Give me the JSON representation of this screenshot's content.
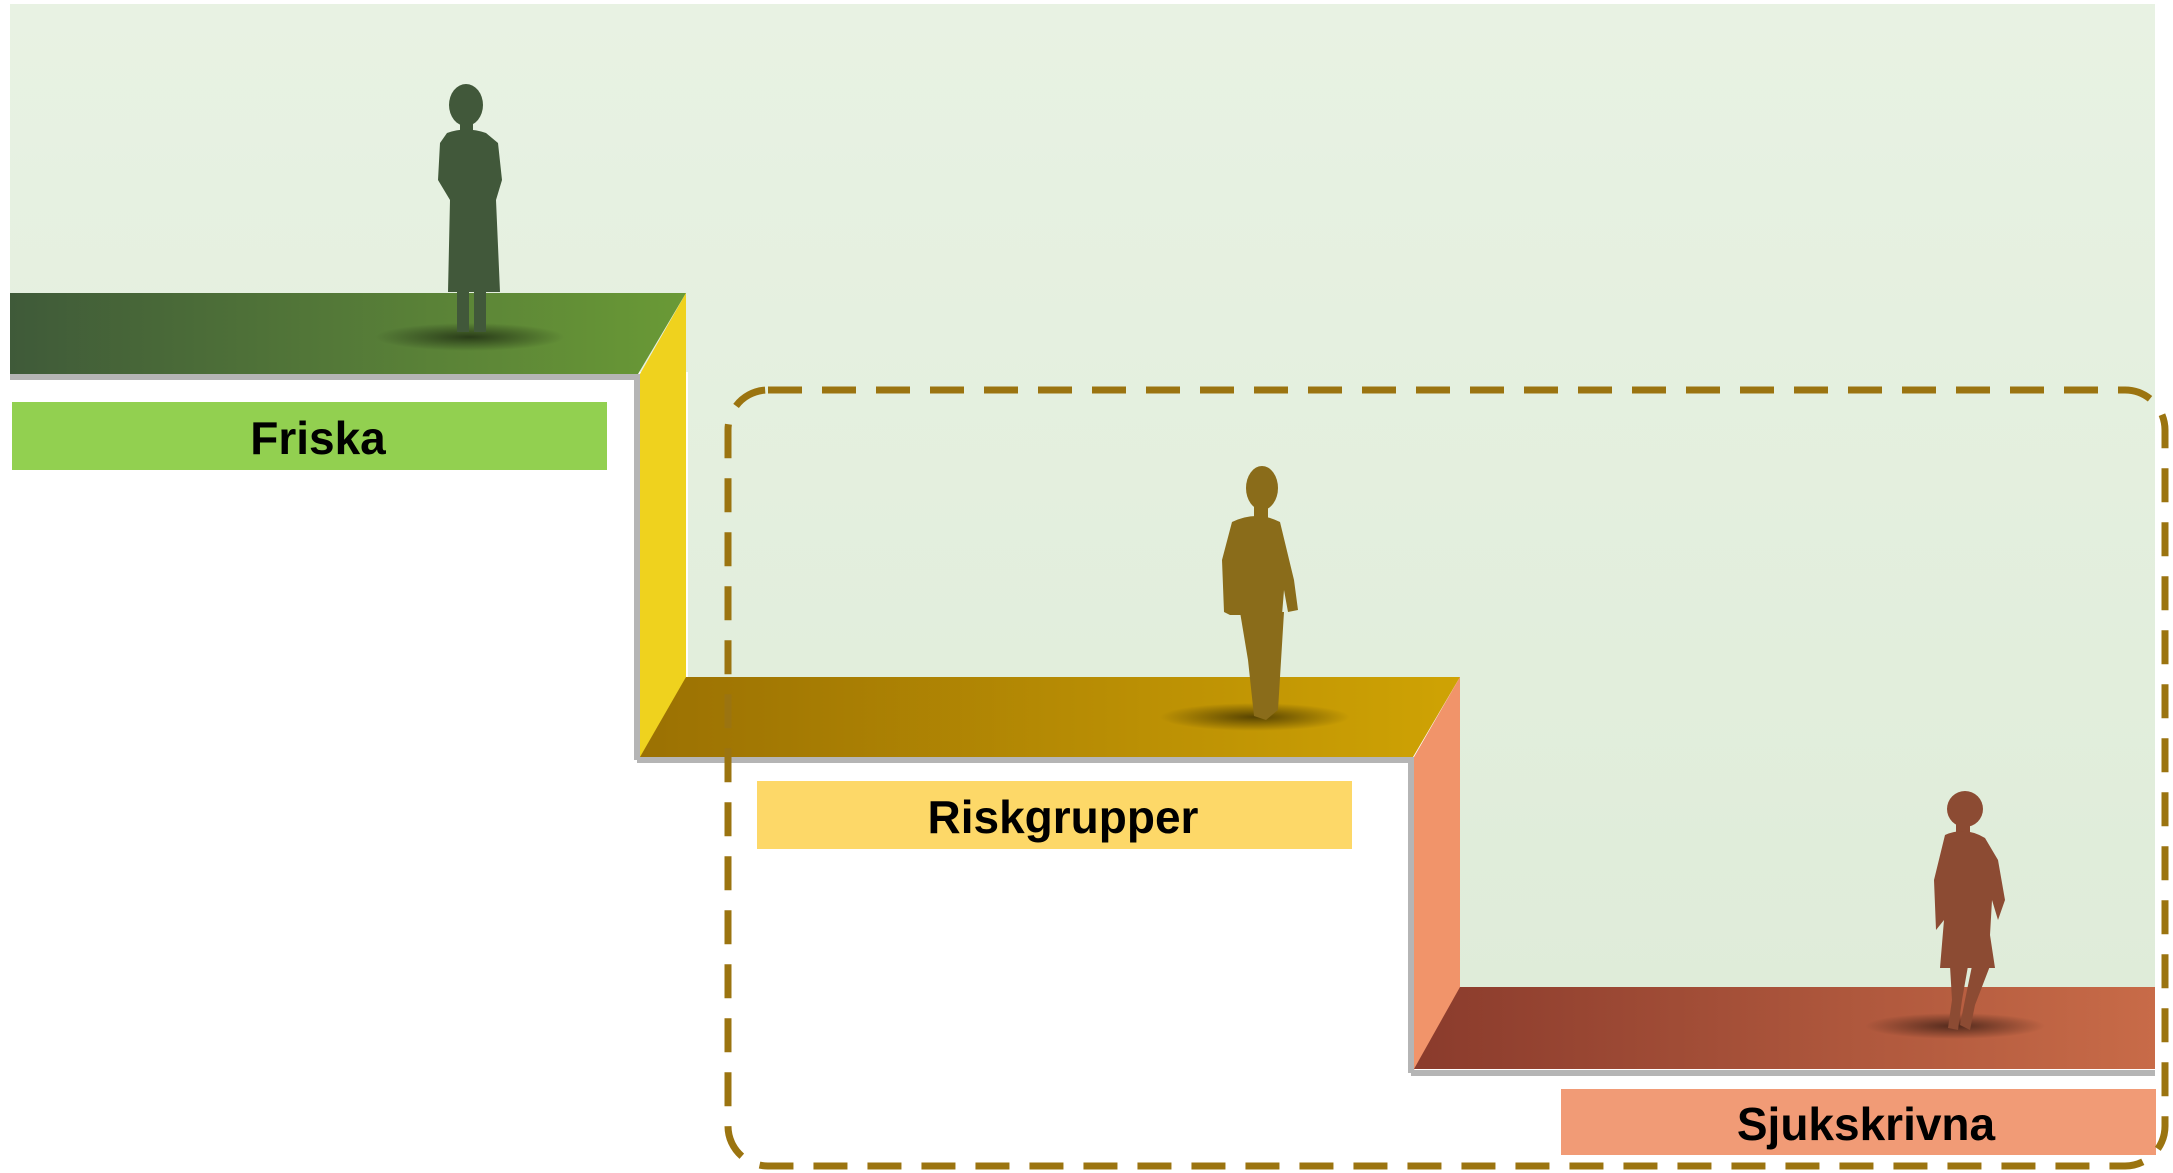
{
  "diagram": {
    "steps": [
      {
        "label": "Friska",
        "label_color": "#92d050",
        "floor_dark": "#3f5a39",
        "floor_light": "#6a9a36",
        "figure_color": "#41583a",
        "figure_icon": "standing-woman-silhouette-icon"
      },
      {
        "label": "Riskgrupper",
        "label_color": "#fdd868",
        "floor_dark": "#9b7103",
        "floor_light": "#cfa304",
        "figure_color": "#8a6c1a",
        "figure_icon": "standing-man-silhouette-icon"
      },
      {
        "label": "Sjukskrivna",
        "label_color": "#f19b76",
        "floor_dark": "#8a3b2c",
        "floor_light": "#c86b48",
        "figure_color": "#8c4b33",
        "figure_icon": "walking-child-silhouette-icon"
      }
    ],
    "riser_colors": [
      "#efd21e",
      "#f1946a"
    ],
    "highlight_border_color": "#9b7410",
    "background_top": "#e8f2e3",
    "background_bottom": "#dfecd9"
  }
}
